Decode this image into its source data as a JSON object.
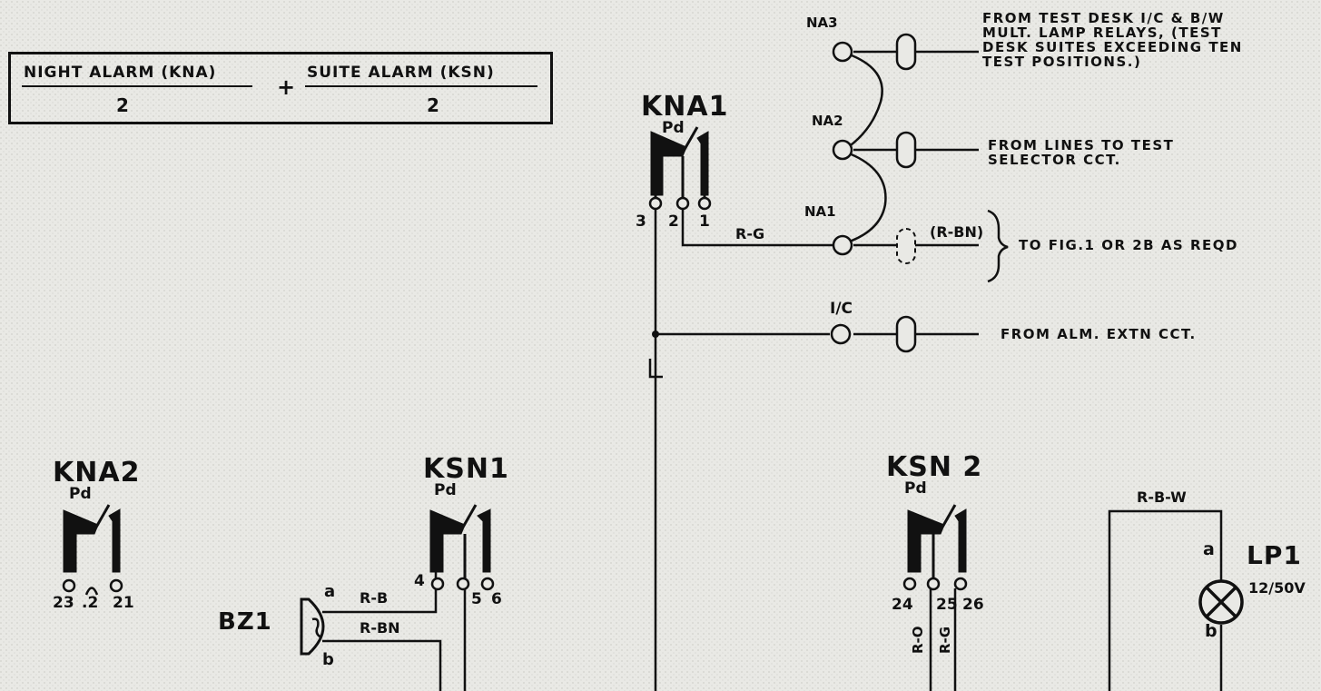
{
  "header": {
    "night_alarm": "NIGHT ALARM (KNA)",
    "night_alarm_num": "2",
    "plus": "+",
    "suite_alarm": "SUITE ALARM (KSN)",
    "suite_alarm_num": "2"
  },
  "keys": {
    "kna1": {
      "name": "KNA1",
      "pd": "Pd",
      "pins": [
        "3",
        "2",
        "1"
      ]
    },
    "kna2": {
      "name": "KNA2",
      "pd": "Pd",
      "pins": [
        "23",
        ".2",
        "21"
      ]
    },
    "ksn1": {
      "name": "KSN1",
      "pd": "Pd",
      "pins": [
        "4",
        "5",
        "6"
      ]
    },
    "ksn2": {
      "name": "KSN 2",
      "pd": "Pd",
      "pins": [
        "24",
        "25",
        "26"
      ]
    }
  },
  "terminals": {
    "na3": "NA3",
    "na2": "NA2",
    "na1": "NA1",
    "ic": "I/C"
  },
  "wires": {
    "r_g": "R-G",
    "r_bn_paren": "(R-BN)",
    "r_b": "R-B",
    "r_bn": "R-BN",
    "r_b_w": "R-B-W",
    "r_o_vert": "R-O",
    "r_g_vert": "R-G",
    "l": "L"
  },
  "notes": {
    "test_desk": [
      "FROM TEST DESK I/C & B/W",
      "MULT. LAMP RELAYS, (TEST",
      "DESK SUITES EXCEEDING TEN",
      "TEST POSITIONS.)"
    ],
    "lines": [
      "FROM LINES TO TEST",
      "SELECTOR CCT."
    ],
    "fig": "TO FIG.1 OR 2B AS REQD",
    "alm": "FROM ALM. EXTN CCT."
  },
  "buzzer": {
    "name": "BZ1",
    "a": "a",
    "b": "b"
  },
  "lamp": {
    "name": "LP1",
    "rating": "12/50V",
    "a": "a",
    "b": "b"
  }
}
